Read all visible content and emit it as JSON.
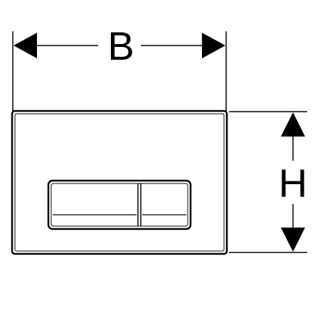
{
  "dimensions": {
    "width_label": "B",
    "height_label": "H"
  },
  "colors": {
    "line": "#000000",
    "background": "#ffffff"
  },
  "parts": {
    "plate": "flush-plate",
    "buttons": [
      "flush-button-large",
      "flush-button-small"
    ]
  }
}
